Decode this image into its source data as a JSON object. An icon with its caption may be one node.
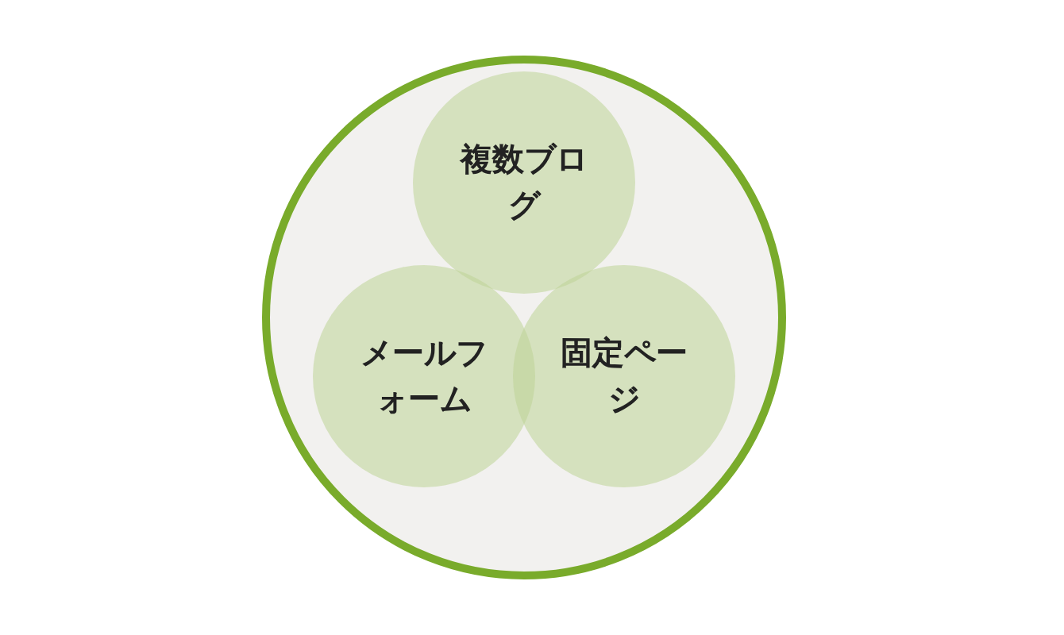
{
  "diagram": {
    "nodes": [
      {
        "text": [],
        "shape": "circle"
      },
      {
        "text": [
          "複数ブログ"
        ],
        "in": 0
      },
      {
        "text": [
          "メールフォーム"
        ],
        "in": 0
      },
      {
        "text": [
          "固定ページ"
        ],
        "in": 0
      }
    ],
    "edges": []
  }
}
